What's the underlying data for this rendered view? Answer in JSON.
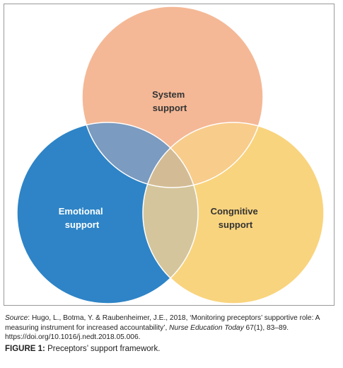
{
  "venn": {
    "circles": [
      {
        "id": "system",
        "label_lines": [
          "System",
          "support"
        ],
        "color": "#f4b896"
      },
      {
        "id": "emotional",
        "label_lines": [
          "Emotional",
          "support"
        ],
        "color": "#2e84c6"
      },
      {
        "id": "cognitive",
        "label_lines": [
          "Congnitive",
          "support"
        ],
        "color": "#f9d47e"
      }
    ],
    "intersection_colors": {
      "system_emotional": "#7b9bc0",
      "system_cognitive": "#f8cc8a",
      "emotional_cognitive": "#d5c59c",
      "all_three": "#d3bc95"
    },
    "label_color": "#333333",
    "label_color_dark_bg": "#ffffff"
  },
  "source": {
    "prefix": "Source",
    "text_1": ": Hugo, L., Botma, Y. & Raubenheimer, J.E., 2018, ‘Monitoring preceptors’ supportive role: A measuring instrument for increased accountability’, ",
    "journal": "Nurse Education Today",
    "text_2": " 67(1), 83–89. https://doi.org/10.1016/j.nedt.2018.05.006."
  },
  "caption": {
    "label": "FIGURE 1:",
    "text": " Preceptors’ support framework."
  }
}
